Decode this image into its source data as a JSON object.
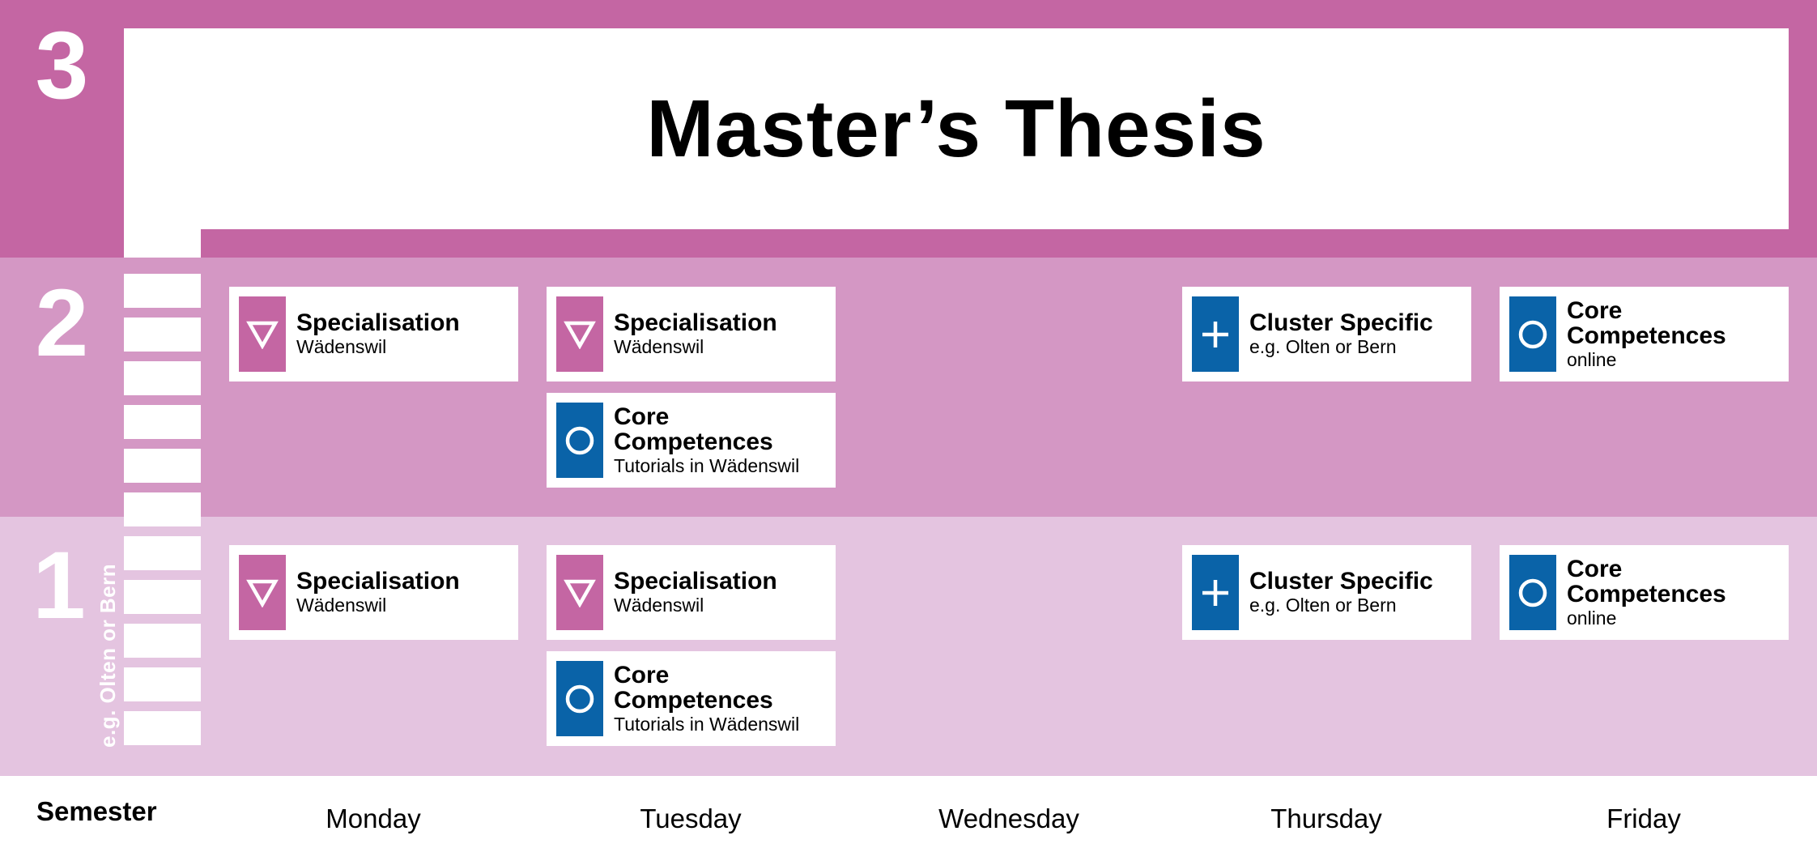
{
  "header": {
    "title": "Master’s Thesis"
  },
  "semesters": {
    "s1": "1",
    "s2": "2",
    "s3": "3"
  },
  "side_label": "e.g. Olten or Bern",
  "footer": {
    "semester_label": "Semester",
    "days": [
      "Monday",
      "Tuesday",
      "Wednesday",
      "Thursday",
      "Friday"
    ]
  },
  "cards": {
    "s2_mon": {
      "title": "Specialisation",
      "sub": "Wädenswil",
      "icon": "triangle-down-icon"
    },
    "s2_tue1": {
      "title": "Specialisation",
      "sub": "Wädenswil",
      "icon": "triangle-down-icon"
    },
    "s2_tue2": {
      "title": "Core Competences",
      "sub": "Tutorials in Wädenswil",
      "icon": "circle-icon"
    },
    "s2_thu": {
      "title": "Cluster Specific",
      "sub": "e.g. Olten or Bern",
      "icon": "plus-icon"
    },
    "s2_fri": {
      "title": "Core Competences",
      "sub": "online",
      "icon": "circle-icon"
    },
    "s1_mon": {
      "title": "Specialisation",
      "sub": "Wädenswil",
      "icon": "triangle-down-icon"
    },
    "s1_tue1": {
      "title": "Specialisation",
      "sub": "Wädenswil",
      "icon": "triangle-down-icon"
    },
    "s1_tue2": {
      "title": "Core Competences",
      "sub": "Tutorials in Wädenswil",
      "icon": "circle-icon"
    },
    "s1_thu": {
      "title": "Cluster Specific",
      "sub": "e.g. Olten or Bern",
      "icon": "plus-icon"
    },
    "s1_fri": {
      "title": "Core Competences",
      "sub": "online",
      "icon": "circle-icon"
    }
  },
  "colors": {
    "semester3": "#c466a3",
    "semester2": "#d497c4",
    "semester1": "#e4c4e0",
    "specialisation": "#c466a3",
    "core_and_cluster": "#0a63a8"
  }
}
